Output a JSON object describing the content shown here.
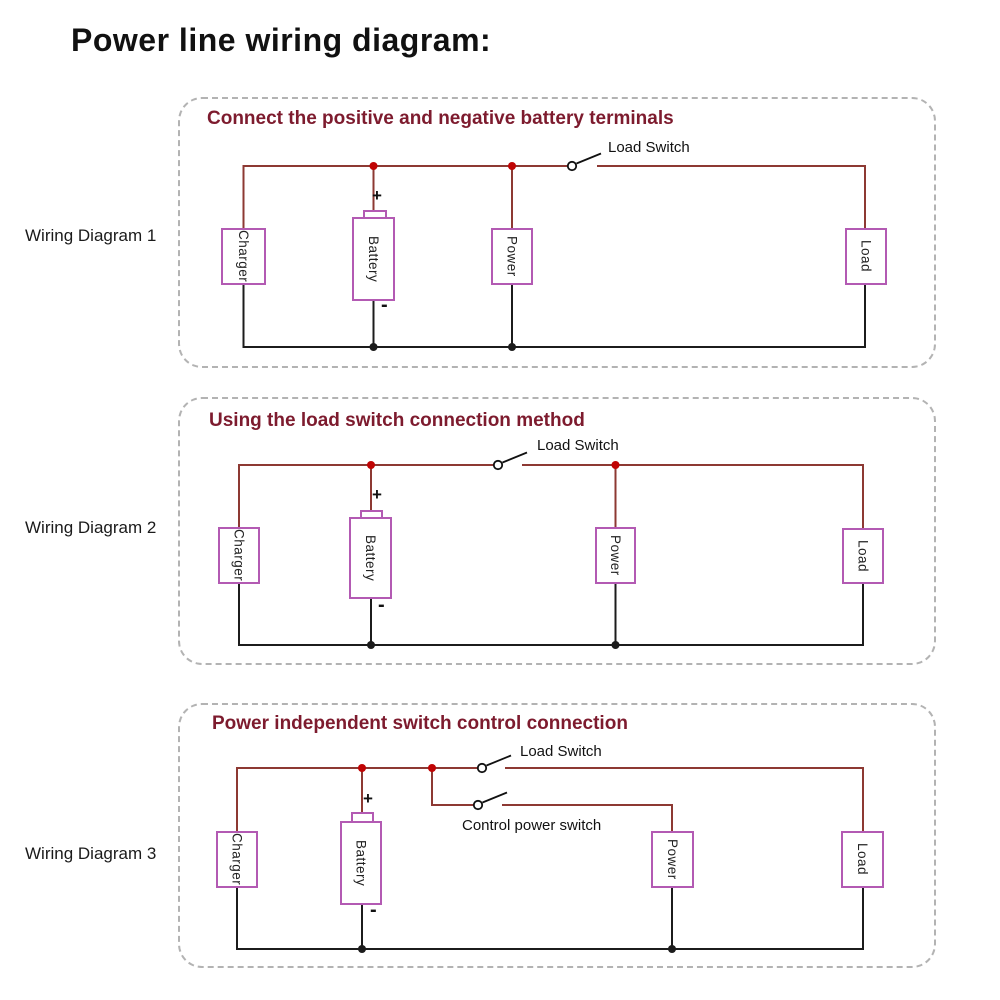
{
  "page_title": "Power line wiring diagram:",
  "colors": {
    "positive_wire": "#8d3933",
    "negative_wire": "#1c1c1c",
    "junction_dot": "#c00404",
    "component_border": "#b35ab3",
    "panel_title": "#7d1b2e",
    "panel_border": "#b3b3b3"
  },
  "panels": [
    {
      "side_label": "Wiring Diagram 1",
      "title": "Connect the positive and negative battery terminals",
      "load_switch_label": "Load Switch",
      "battery_plus": "+",
      "battery_minus": "-",
      "components": {
        "charger": "Charger",
        "battery": "Battery",
        "power": "Power",
        "load": "Load"
      }
    },
    {
      "side_label": "Wiring Diagram 2",
      "title": "Using the load switch connection method",
      "load_switch_label": "Load Switch",
      "battery_plus": "+",
      "battery_minus": "-",
      "components": {
        "charger": "Charger",
        "battery": "Battery",
        "power": "Power",
        "load": "Load"
      }
    },
    {
      "side_label": "Wiring Diagram 3",
      "title": "Power independent switch control connection",
      "load_switch_label": "Load Switch",
      "control_switch_label": "Control power switch",
      "battery_plus": "+",
      "battery_minus": "-",
      "components": {
        "charger": "Charger",
        "battery": "Battery",
        "power": "Power",
        "load": "Load"
      }
    }
  ]
}
